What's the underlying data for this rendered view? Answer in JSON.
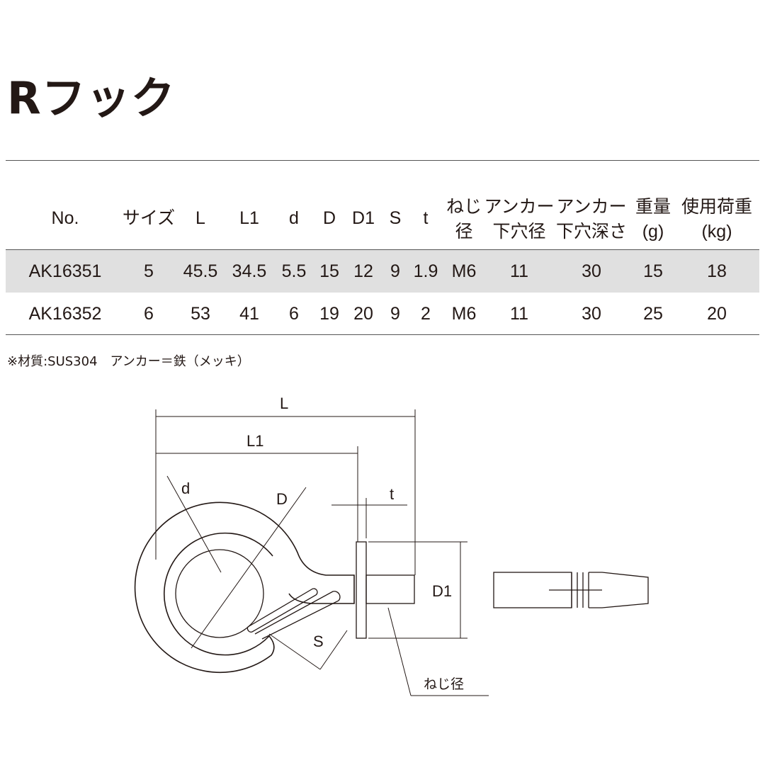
{
  "title": "Rフック",
  "table": {
    "headers": [
      [
        "No."
      ],
      [
        "サイズ"
      ],
      [
        "L"
      ],
      [
        "L1"
      ],
      [
        "d"
      ],
      [
        "D"
      ],
      [
        "D1"
      ],
      [
        "S"
      ],
      [
        "t"
      ],
      [
        "ねじ",
        "径"
      ],
      [
        "アンカー",
        "下穴径"
      ],
      [
        "アンカー",
        "下穴深さ"
      ],
      [
        "重量",
        "(g)"
      ],
      [
        "使用荷重",
        "(kg)"
      ]
    ],
    "rows": [
      [
        "AK16351",
        "5",
        "45.5",
        "34.5",
        "5.5",
        "15",
        "12",
        "9",
        "1.9",
        "M6",
        "11",
        "30",
        "15",
        "18"
      ],
      [
        "AK16352",
        "6",
        "53",
        "41",
        "6",
        "19",
        "20",
        "9",
        "2",
        "M6",
        "11",
        "30",
        "25",
        "20"
      ]
    ],
    "highlight_color": "#e0e0e0"
  },
  "note": "※材質:SUS304　アンカー＝鉄（メッキ）",
  "diagram": {
    "labels": {
      "L": "L",
      "L1": "L1",
      "d": "d",
      "D": "D",
      "t": "t",
      "D1": "D1",
      "S": "S",
      "thread": "ねじ径"
    }
  }
}
